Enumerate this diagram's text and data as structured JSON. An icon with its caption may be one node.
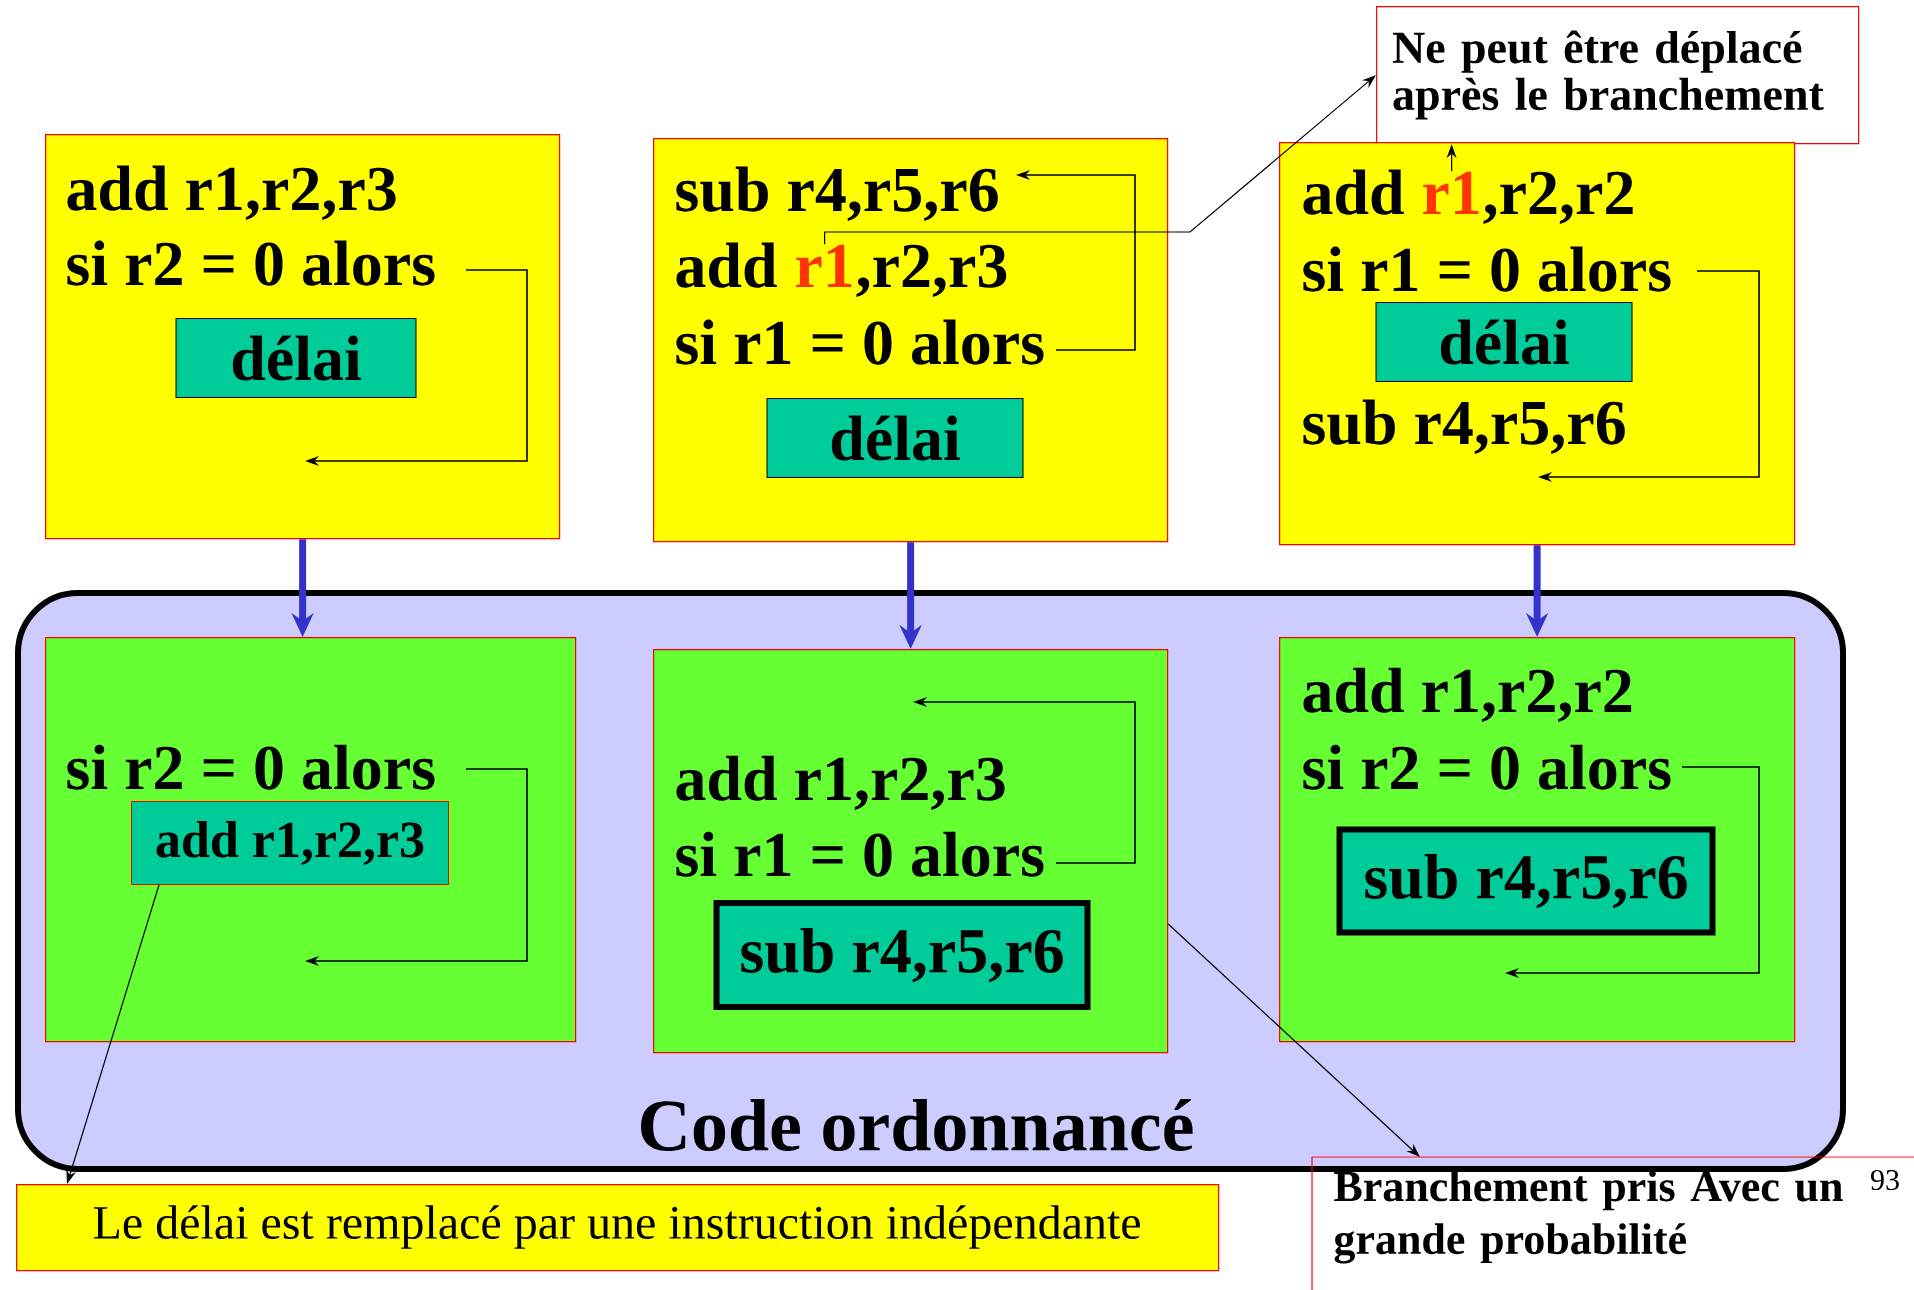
{
  "diagram": {
    "nodes": [
      {
        "text": [
          "Ne peut être déplacé après le branchement"
        ]
      },
      {
        "text": [
          "add r1,r2,r3",
          "si r2 = 0 alors"
        ]
      },
      {
        "text": [
          "délai"
        ],
        "in": 1
      },
      {
        "text": [
          "sub r4,r5,r6",
          "add",
          ",r2,r3",
          "si r1 = 0 alors"
        ]
      },
      {
        "text": [
          "r1"
        ],
        "in": 3
      },
      {
        "text": [
          "délai"
        ],
        "in": 3
      },
      {
        "text": [
          "add",
          ",r2,r2",
          "si r1 = 0 alors",
          "sub r4,r5,r6"
        ]
      },
      {
        "text": [
          "r1"
        ],
        "in": 6
      },
      {
        "text": [
          "délai"
        ],
        "in": 6
      },
      {
        "text": [
          "Code ordonnancé"
        ]
      },
      {
        "text": [
          "si r2 = 0 alors"
        ],
        "in": 9
      },
      {
        "text": [
          "add r1,r2,r3"
        ],
        "in": 10
      },
      {
        "text": [
          "add r1,r2,r3",
          "si r1 = 0 alors"
        ],
        "in": 9
      },
      {
        "text": [
          "sub r4,r5,r6"
        ],
        "in": 12
      },
      {
        "text": [
          "add r1,r2,r2",
          "si r2 = 0 alors"
        ],
        "in": 9
      },
      {
        "text": [
          "sub r4,r5,r6"
        ],
        "in": 14
      },
      {
        "text": [
          "Le délai est remplacé par une instruction indépendante"
        ]
      },
      {
        "text": [
          "Branchement pris Avec un grande probabilité"
        ]
      }
    ],
    "edges": [
      {
        "from": 4,
        "to": 0,
        "arrow": "to"
      },
      {
        "from": 7,
        "to": 0,
        "arrow": "to"
      },
      {
        "from": 1,
        "to": 10,
        "arrow": "to",
        "style": "thick",
        "color": "#3333cc"
      },
      {
        "from": 3,
        "to": 12,
        "arrow": "to",
        "style": "thick",
        "color": "#3333cc"
      },
      {
        "from": 6,
        "to": 14,
        "arrow": "to",
        "style": "thick",
        "color": "#3333cc"
      },
      {
        "from": 11,
        "to": 16,
        "arrow": "to"
      },
      {
        "from": 12,
        "to": 17,
        "arrow": "to"
      }
    ],
    "labels": [
      "93"
    ]
  }
}
